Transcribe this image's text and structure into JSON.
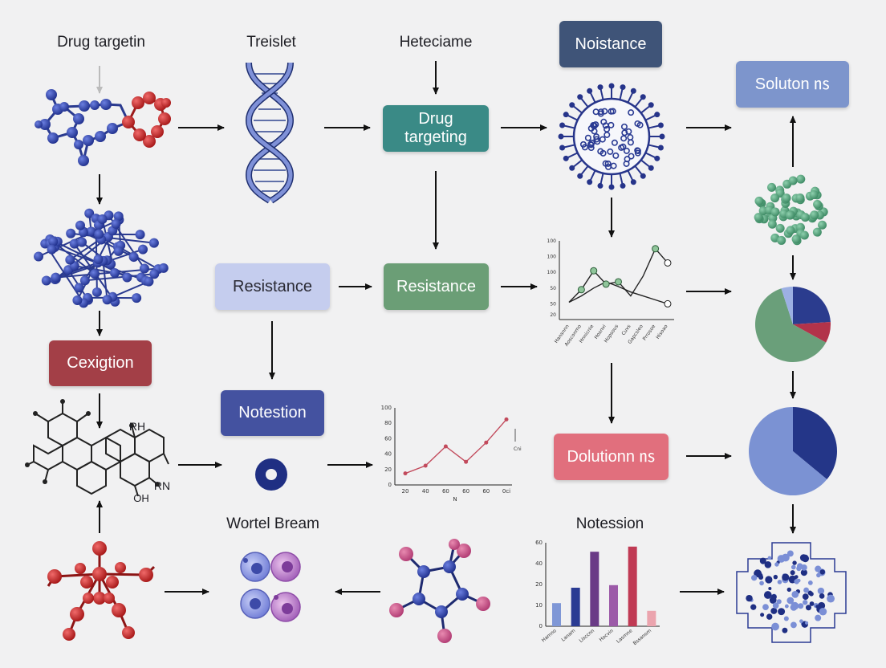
{
  "labels": {
    "drug_targetin": "Drug targetin",
    "treislet": "Treislet",
    "heteame": "Heteciame",
    "wortel_bream": "Wortel Bream",
    "notession_label": "Notession"
  },
  "boxes": {
    "noistance": "Noistance",
    "solutons": "Soluton ㎱",
    "drug_targeting": "Drug\ntargeting",
    "resistance_light": "Resistance",
    "resistance_green": "Resistance",
    "cexigtion": "Cexigtion",
    "notestion": "Notestion",
    "dolutionn": "Dolutionn ㎱"
  },
  "chem": {
    "rh1": "RH",
    "rh2": "RN",
    "oh": "OH"
  },
  "colors": {
    "arrow": "#111111",
    "noistance_bg": "#3f5478",
    "solutons_bg": "#7d95cc",
    "drug_targeting_bg": "#3a8a86",
    "resistance_light_bg": "#c5cdee",
    "resistance_green_bg": "#6b9e76",
    "cexigtion_bg": "#a33f47",
    "notestion_bg": "#4452a0",
    "dolutionn_bg": "#e16f7d",
    "blue_atom": "#2b3e9c",
    "red_atom": "#c42425",
    "green_atom": "#55a07c"
  },
  "chart_data": [
    {
      "type": "line",
      "title": "",
      "y_ticks": [
        "100",
        "100",
        "100",
        "50",
        "50",
        "20"
      ],
      "x": [
        "Hansnnn",
        "Aosconmo",
        "Hnnicnie",
        "Hosnvi",
        "Hopsous",
        "Cuvs",
        "Gapcsleo",
        "Prrosoe",
        "Hisoao"
      ],
      "series": [
        {
          "values": [
            22,
            38,
            62,
            45,
            48,
            30,
            55,
            90,
            72
          ]
        },
        {
          "values": [
            22,
            30,
            40,
            48,
            42,
            35,
            30,
            25,
            20
          ]
        }
      ],
      "ylim": [
        0,
        100
      ]
    },
    {
      "type": "line",
      "title": "",
      "y_ticks": [
        "100",
        "80",
        "60",
        "40",
        "20",
        "0"
      ],
      "x_ticks": [
        "20",
        "40",
        "60",
        "60",
        "60",
        "0ci"
      ],
      "xlabel": "N",
      "annotation": "Cni",
      "series": [
        {
          "values": [
            15,
            25,
            50,
            30,
            55,
            85
          ]
        }
      ],
      "ylim": [
        0,
        100
      ]
    },
    {
      "type": "bar",
      "title": "",
      "y_ticks": [
        "60",
        "40",
        "20",
        "10",
        "0"
      ],
      "categories": [
        "Hamno",
        "Lanam",
        "Lisccnn",
        "Hocvin",
        "Lasmne",
        "Bssanom"
      ],
      "values": [
        18,
        30,
        58,
        32,
        62,
        12
      ],
      "colors": [
        "#7f97d6",
        "#2a3b93",
        "#6a3a86",
        "#9c5aa8",
        "#c03a54",
        "#eba4ae"
      ],
      "ylim": [
        0,
        65
      ]
    },
    {
      "type": "pie",
      "title": "",
      "values": [
        24,
        9,
        62,
        5
      ],
      "colors": [
        "#2b3c8e",
        "#b2334a",
        "#6a9f7a",
        "#9cb0e3"
      ]
    },
    {
      "type": "pie",
      "title": "",
      "values": [
        36,
        64
      ],
      "colors": [
        "#243688",
        "#7b92d3"
      ]
    }
  ]
}
